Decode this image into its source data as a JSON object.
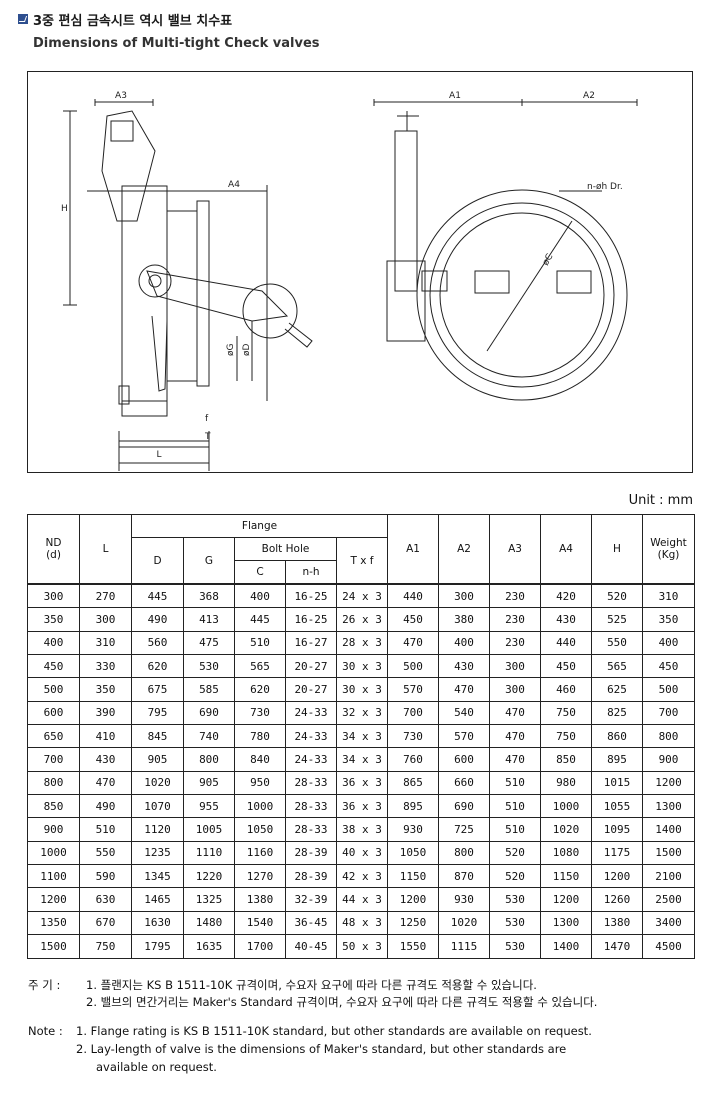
{
  "header": {
    "title_kr": "3중 편심 금속시트 역시 밸브 치수표",
    "title_en": "Dimensions of Multi-tight Check valves"
  },
  "drawing": {
    "labels": {
      "a3": "A3",
      "a4": "A4",
      "a1": "A1",
      "a2": "A2",
      "h": "H",
      "l": "L",
      "f": "f",
      "t": "T",
      "phi_g": "øG",
      "phi_d": "øD",
      "phi_c": "øC",
      "bolt": "n-øh Dr."
    }
  },
  "unit": "Unit : mm",
  "table": {
    "headers": {
      "nd": "ND",
      "nd_sub": "(d)",
      "l": "L",
      "flange": "Flange",
      "d": "D",
      "g": "G",
      "bolt_hole": "Bolt Hole",
      "c": "C",
      "nh": "n-h",
      "txf": "T x f",
      "a1": "A1",
      "a2": "A2",
      "a3": "A3",
      "a4": "A4",
      "h": "H",
      "weight": "Weight",
      "weight_sub": "(Kg)"
    },
    "rows": [
      [
        "300",
        "270",
        "445",
        "368",
        "400",
        "16-25",
        "24 x 3",
        "440",
        "300",
        "230",
        "420",
        "520",
        "310"
      ],
      [
        "350",
        "300",
        "490",
        "413",
        "445",
        "16-25",
        "26 x 3",
        "450",
        "380",
        "230",
        "430",
        "525",
        "350"
      ],
      [
        "400",
        "310",
        "560",
        "475",
        "510",
        "16-27",
        "28 x 3",
        "470",
        "400",
        "230",
        "440",
        "550",
        "400"
      ],
      [
        "450",
        "330",
        "620",
        "530",
        "565",
        "20-27",
        "30 x 3",
        "500",
        "430",
        "300",
        "450",
        "565",
        "450"
      ],
      [
        "500",
        "350",
        "675",
        "585",
        "620",
        "20-27",
        "30 x 3",
        "570",
        "470",
        "300",
        "460",
        "625",
        "500"
      ],
      [
        "600",
        "390",
        "795",
        "690",
        "730",
        "24-33",
        "32 x 3",
        "700",
        "540",
        "470",
        "750",
        "825",
        "700"
      ],
      [
        "650",
        "410",
        "845",
        "740",
        "780",
        "24-33",
        "34 x 3",
        "730",
        "570",
        "470",
        "750",
        "860",
        "800"
      ],
      [
        "700",
        "430",
        "905",
        "800",
        "840",
        "24-33",
        "34 x 3",
        "760",
        "600",
        "470",
        "850",
        "895",
        "900"
      ],
      [
        "800",
        "470",
        "1020",
        "905",
        "950",
        "28-33",
        "36 x 3",
        "865",
        "660",
        "510",
        "980",
        "1015",
        "1200"
      ],
      [
        "850",
        "490",
        "1070",
        "955",
        "1000",
        "28-33",
        "36 x 3",
        "895",
        "690",
        "510",
        "1000",
        "1055",
        "1300"
      ],
      [
        "900",
        "510",
        "1120",
        "1005",
        "1050",
        "28-33",
        "38 x 3",
        "930",
        "725",
        "510",
        "1020",
        "1095",
        "1400"
      ],
      [
        "1000",
        "550",
        "1235",
        "1110",
        "1160",
        "28-39",
        "40 x 3",
        "1050",
        "800",
        "520",
        "1080",
        "1175",
        "1500"
      ],
      [
        "1100",
        "590",
        "1345",
        "1220",
        "1270",
        "28-39",
        "42 x 3",
        "1150",
        "870",
        "520",
        "1150",
        "1200",
        "2100"
      ],
      [
        "1200",
        "630",
        "1465",
        "1325",
        "1380",
        "32-39",
        "44 x 3",
        "1200",
        "930",
        "530",
        "1200",
        "1260",
        "2500"
      ],
      [
        "1350",
        "670",
        "1630",
        "1480",
        "1540",
        "36-45",
        "48 x 3",
        "1250",
        "1020",
        "530",
        "1300",
        "1380",
        "3400"
      ],
      [
        "1500",
        "750",
        "1795",
        "1635",
        "1700",
        "40-45",
        "50 x 3",
        "1550",
        "1115",
        "530",
        "1400",
        "1470",
        "4500"
      ]
    ]
  },
  "notes_kr": {
    "label": "주   기 :",
    "n1": "1. 플랜지는 KS B 1511-10K 규격이며, 수요자 요구에 따라  다른 규격도 적용할 수 있습니다.",
    "n2": "2. 밸브의 면간거리는 Maker's Standard 규격이며, 수요자 요구에 따라 다른 규격도 적용할 수 있습니다."
  },
  "notes_en": {
    "label": "Note :",
    "n1": "1. Flange rating is KS B 1511-10K standard, but other standards are available on request.",
    "n2a": "2. Lay-length of valve is the dimensions of Maker's standard, but other standards are",
    "n2b": "available on request."
  }
}
